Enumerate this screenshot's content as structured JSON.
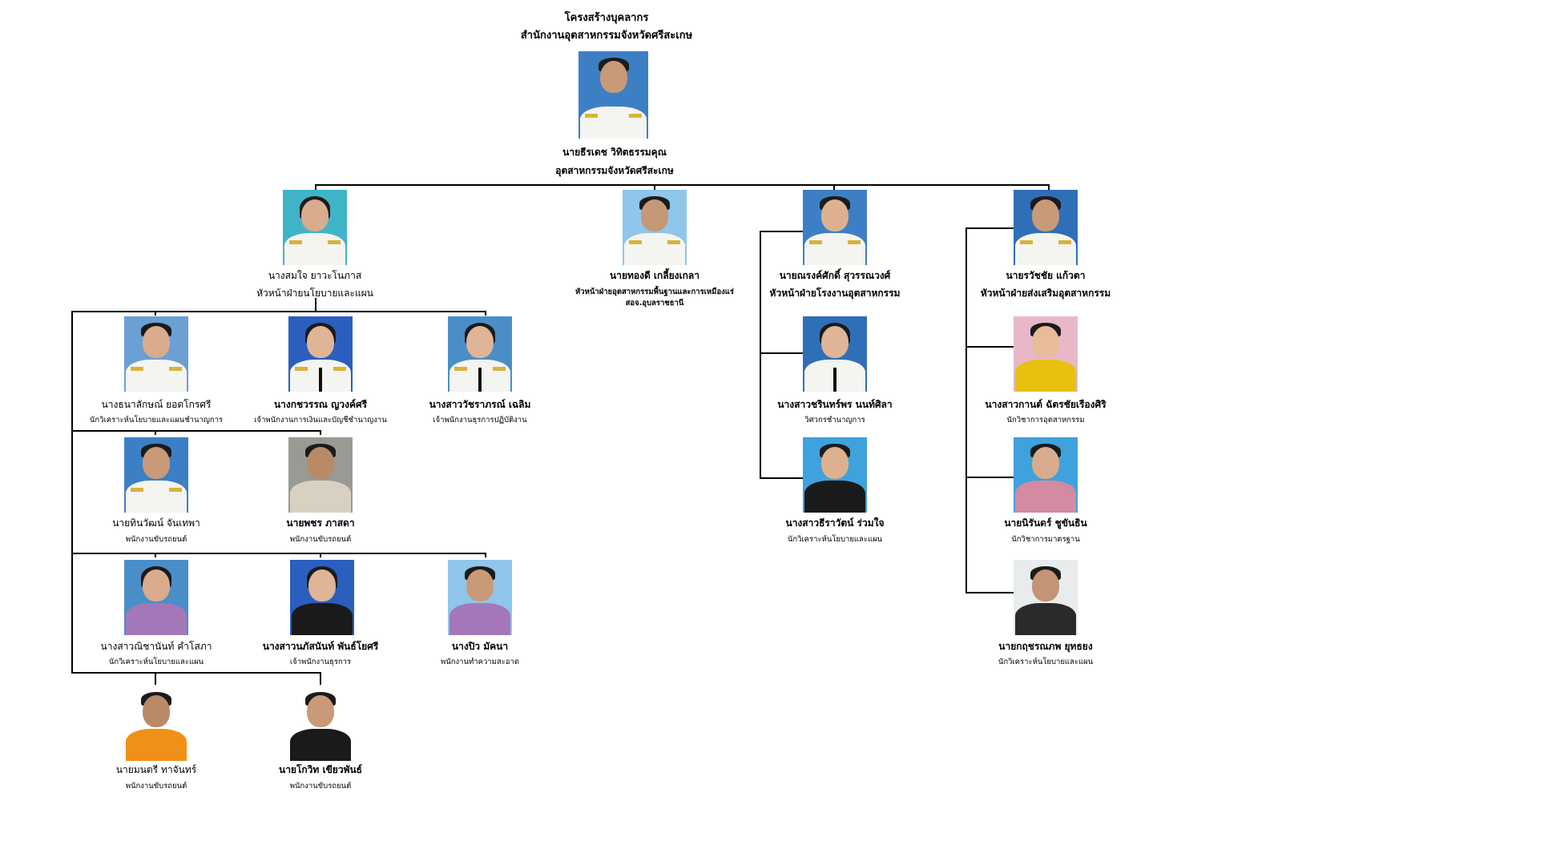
{
  "header": {
    "title": "โครงสร้างบุคลากร",
    "subtitle": "สำนักงานอุตสาหกรรมจังหวัดศรีสะเกษ"
  },
  "people": {
    "director": {
      "name": "นายธีรเดช วิทิตธรรมคุณ",
      "role": "อุตสาหกรรมจังหวัดศรีสะเกษ"
    },
    "policy_head": {
      "name": "นางสมใจ ยาวะโนภาส",
      "role": "หัวหน้าฝ่ายนโยบายและแผน"
    },
    "mining_head": {
      "name": "นายทองดี  เกลี้ยงเกลา",
      "role": "หัวหน้าฝ่ายอุตสาหกรรมพื้นฐานและการเหมืองแร่",
      "role2": "สอจ.อุบลราชธานี"
    },
    "factory_head": {
      "name": "นายณรงค์ศักดิ์ สุวรรณวงศ์",
      "role": "หัวหน้าฝ่ายโรงงานอุตสาหกรรม"
    },
    "promo_head": {
      "name": "นายรวัชชัย แก้วตา",
      "role": "หัวหน้าฝ่ายส่งเสริมอุตสาหกรรม"
    },
    "p1": {
      "name": "นางธนาลักษณ์ ยอดโกรศรี",
      "role": "นักวิเคราะห์นโยบายและแผนชำนาญการ"
    },
    "p2": {
      "name": "นางกชวรรณ ญวงค์ศรี",
      "role": "เจ้าพนักงานการเงินและบัญชีชำนาญงาน"
    },
    "p3": {
      "name": "นางสาววัชราภรณ์ เฉลิม",
      "role": "เจ้าพนักงานธุรการปฏิบัติงาน"
    },
    "p4": {
      "name": "นายทินวัฒน์ จันเทพา",
      "role": "พนักงานขับรถยนต์"
    },
    "p5": {
      "name": "นายพชร ภาสดา",
      "role": "พนักงานขับรถยนต์"
    },
    "p6": {
      "name": "นางสาวณิชานันท์ คำโสภา",
      "role": "นักวิเคราะห์นโยบายและแผน"
    },
    "p7": {
      "name": "นางสาวนภัสนันท์ พันธ์โยศรี",
      "role": "เจ้าพนักงานธุรการ"
    },
    "p8": {
      "name": "นางปิว มัคนา",
      "role": "พนักงานทำความสะอาด"
    },
    "p9": {
      "name": "นายมนตรี ทาจันทร์",
      "role": "พนักงานขับรถยนต์"
    },
    "p10": {
      "name": "นายโกวิท เขียวพันธ์",
      "role": "พนักงานขับรถยนต์"
    },
    "f1": {
      "name": "นางสาวชรินทร์พร นนท์ศิลา",
      "role": "วิศวกรชำนาญการ"
    },
    "f2": {
      "name": "นางสาวธีราวัตน์ ร่วมใจ",
      "role": "นักวิเคราะห์นโยบายและแผน"
    },
    "s1": {
      "name": "นางสาวกานต์ ฉัตรชัยเรืองศิริ",
      "role": "นักวิชาการอุตสาหกรรม"
    },
    "s2": {
      "name": "นายนิรันดร์ ชูขันธิน",
      "role": "นักวิชาการมาตรฐาน"
    },
    "s3": {
      "name": "นายกฤชรณภพ ยุทธยง",
      "role": "นักวิเคราะห์นโยบายและแผน"
    }
  },
  "colors": {
    "uniform_white": "#f4f4f0",
    "bg_blue": "#3d7fc4",
    "bg_lightblue": "#8fc6ea",
    "bg_gray": "#9a9a94",
    "bg_pink": "#e8b8c8",
    "suit_black": "#1a1a1a",
    "purple": "#a477b8",
    "yellow": "#e8c010",
    "orange": "#f09018",
    "pink_shirt": "#d48aa0",
    "gray_shirt": "#6f6f6a"
  }
}
